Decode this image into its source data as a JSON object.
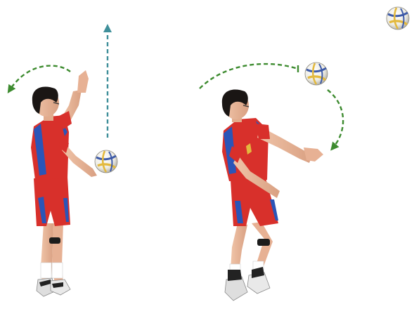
{
  "diagram": {
    "type": "volleyball-serve-sequence",
    "panels": [
      {
        "id": "toss",
        "description_visible": false
      },
      {
        "id": "hit",
        "description_visible": false
      }
    ],
    "arrows": [
      {
        "name": "arm-backswing-arrow",
        "style": "dashed",
        "color": "#3d8b2f"
      },
      {
        "name": "ball-toss-arrow",
        "style": "dashed",
        "color": "#3f8f9a"
      },
      {
        "name": "arm-swing-arrow",
        "style": "dashed",
        "color": "#3d8b2f"
      },
      {
        "name": "ball-path-arrow",
        "style": "dashed",
        "color": "#3d8b2f"
      }
    ],
    "colors": {
      "jersey": "#d8302b",
      "jersey_shadow": "#b3221f",
      "jersey_trim": "#2a55b8",
      "skin": "#e9b79a",
      "hair": "#1a1614",
      "shoe": "#e6e6e6",
      "ball_white": "#f3f1ea",
      "ball_yellow": "#e3b93e",
      "ball_blue": "#3d5aa8"
    }
  }
}
